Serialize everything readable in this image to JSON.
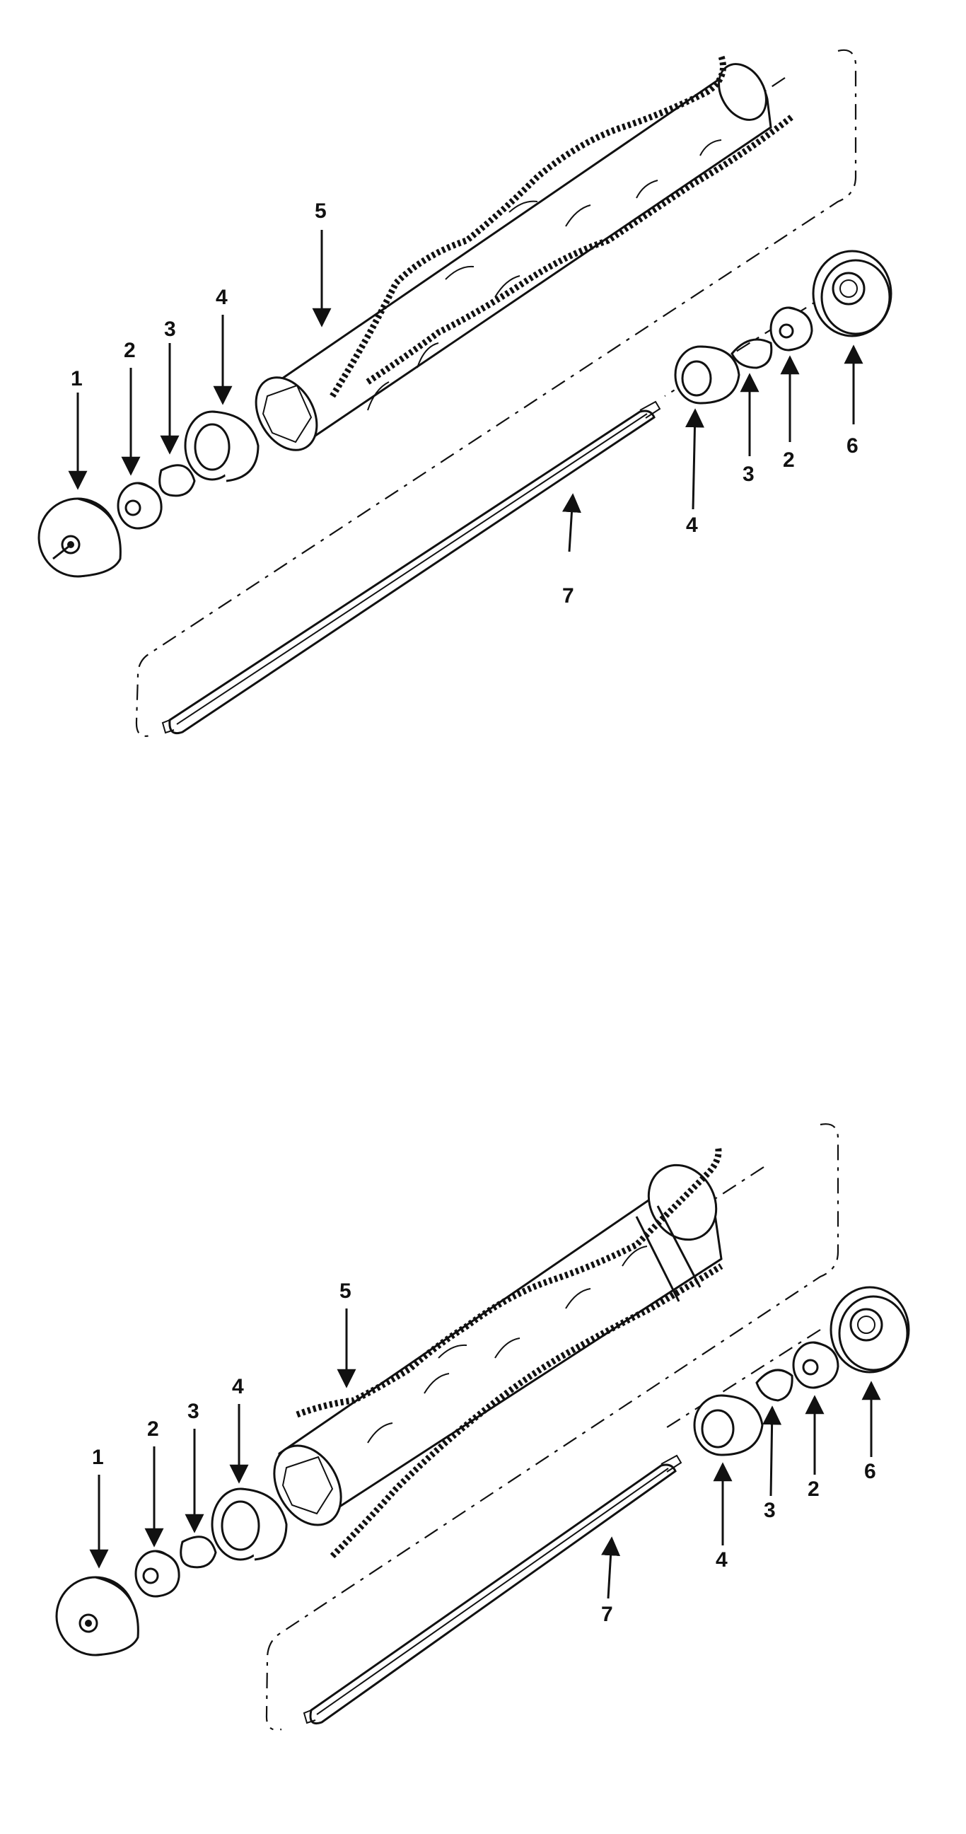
{
  "views": [
    {
      "id": "top",
      "callouts": {
        "end_cap_left": "1",
        "bearing_left": "2",
        "clip_left": "3",
        "bearing_housing_left": "4",
        "brush_roll": "5",
        "end_cap_right": "6",
        "shaft": "7",
        "bearing_housing_right": "4",
        "clip_right": "3",
        "bearing_right": "2"
      }
    },
    {
      "id": "bottom",
      "callouts": {
        "end_cap_left": "1",
        "bearing_left": "2",
        "clip_left": "3",
        "bearing_housing_left": "4",
        "brush_roll": "5",
        "end_cap_right": "6",
        "shaft": "7",
        "bearing_housing_right": "4",
        "clip_right": "3",
        "bearing_right": "2"
      }
    }
  ]
}
